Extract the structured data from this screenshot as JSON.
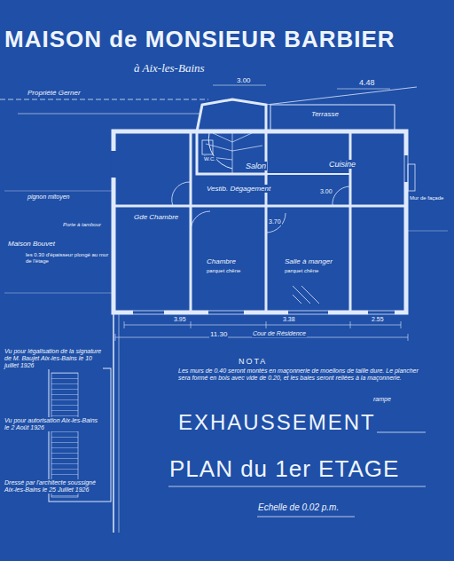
{
  "diagram": {
    "title": "MAISON de MONSIEUR BARBIER",
    "labels": [
      "à Aix-les-Bains",
      "Propriété Gerner",
      "3.00",
      "4.48",
      "Terrasse",
      "Salon",
      "Cuisine",
      "W.C.",
      "Vestib. Dégagement",
      "Gde Chambre",
      "Chambre",
      "Salle à manger",
      "parquet chêne",
      "parquet chêne",
      "3.00",
      "3.70",
      "3.95",
      "3.38",
      "2.55",
      "11.30",
      "Cour de Résidence",
      "pignon mitoyen",
      "Maison Bouvet",
      "les 0.30 d'épaisseur plongé au mur de l'étage",
      "Porte à tambour",
      "Mur de façade",
      "Vu pour légalisation de la signature de M. Baujet Aix-les-Bains le 10 juillet 1926",
      "Vu pour autorisation Aix-les-Bains le 2 Août 1926",
      "Dressé par l'architecte soussigné Aix-les-Bains le 25 Juillet 1926",
      "NOTA",
      "Les murs de 0.40 seront montés en maçonnerie de moellons de taille dure. Le plancher sera formé en bois avec vide de 0.20, et les baies seront reliées à la maçonnerie.",
      "EXHAUSSEMENT",
      "PLAN du 1er ETAGE",
      "Echelle de 0.02 p.m.",
      "rampe"
    ]
  }
}
